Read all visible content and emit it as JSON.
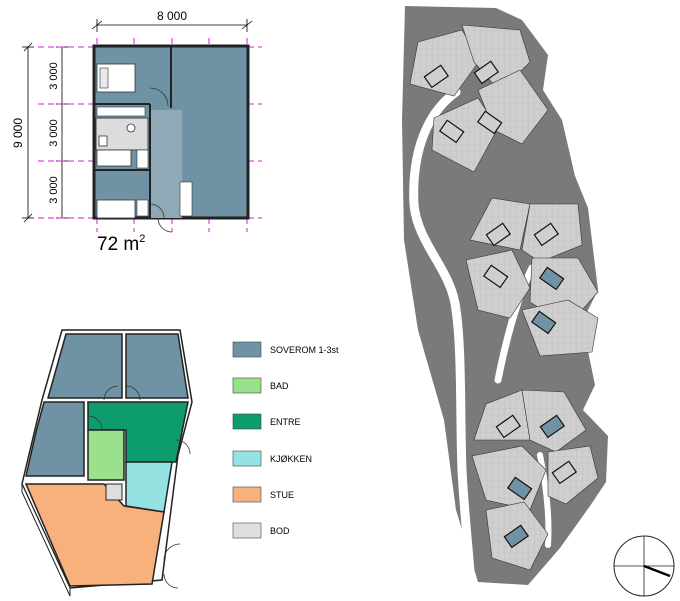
{
  "floor_plan": {
    "width_dimension": "8 000",
    "height_dimension": "9 000",
    "segment_dimensions": [
      "3 000",
      "3 000",
      "3 000"
    ],
    "area_value": "72 m",
    "area_unit_superscript": "2"
  },
  "legend": {
    "items": [
      {
        "label": "SOVEROM 1-3st",
        "color": "#6f93a5"
      },
      {
        "label": "BAD",
        "color": "#9be08c"
      },
      {
        "label": "ENTRE",
        "color": "#0c9c6e"
      },
      {
        "label": "KJØKKEN",
        "color": "#94e2e2"
      },
      {
        "label": "STUE",
        "color": "#f8b07c"
      },
      {
        "label": "BOD",
        "color": "#dedede"
      }
    ]
  },
  "colors": {
    "site_ground": "#7a7a7a",
    "roof": "#cfcfcf",
    "guide_lines": "#d61fd6",
    "bedroom": "#6f93a5"
  }
}
